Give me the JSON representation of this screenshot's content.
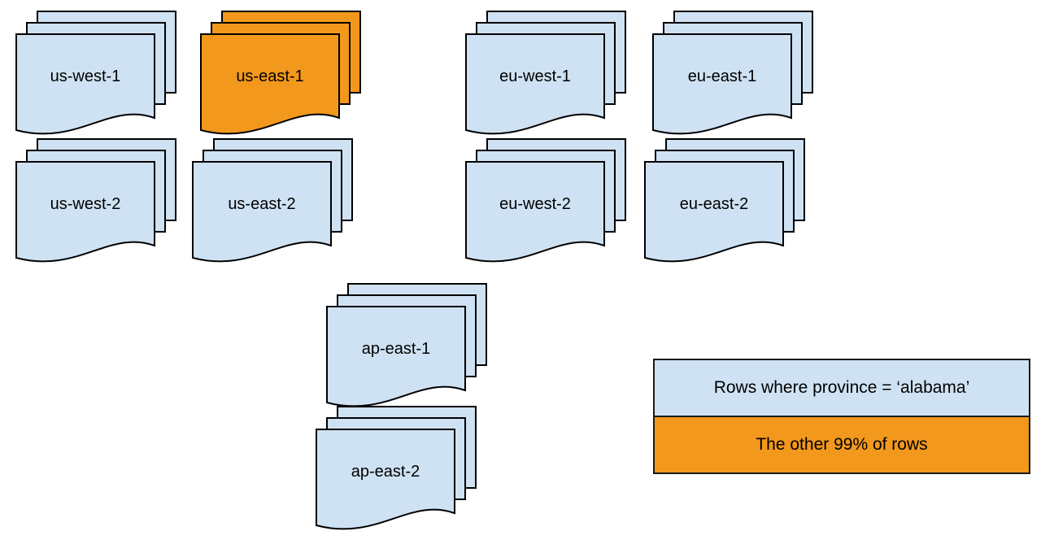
{
  "diagram": {
    "description_colors": {
      "region_fill": "#cfe2f3",
      "highlight_fill": "#f2981d",
      "stroke": "#000000",
      "background": "#ffffff"
    }
  },
  "regions": [
    {
      "label": "us-west-1",
      "highlighted": false
    },
    {
      "label": "us-east-1",
      "highlighted": true
    },
    {
      "label": "eu-west-1",
      "highlighted": false
    },
    {
      "label": "eu-east-1",
      "highlighted": false
    },
    {
      "label": "us-west-2",
      "highlighted": false
    },
    {
      "label": "us-east-2",
      "highlighted": false
    },
    {
      "label": "eu-west-2",
      "highlighted": false
    },
    {
      "label": "eu-east-2",
      "highlighted": false
    },
    {
      "label": "ap-east-1",
      "highlighted": false
    },
    {
      "label": "ap-east-2",
      "highlighted": false
    }
  ],
  "legend": {
    "items": [
      {
        "label": "Rows where province = ‘alabama’",
        "color": "#cfe2f3"
      },
      {
        "label": "The other 99% of rows",
        "color": "#f2981d"
      }
    ]
  }
}
